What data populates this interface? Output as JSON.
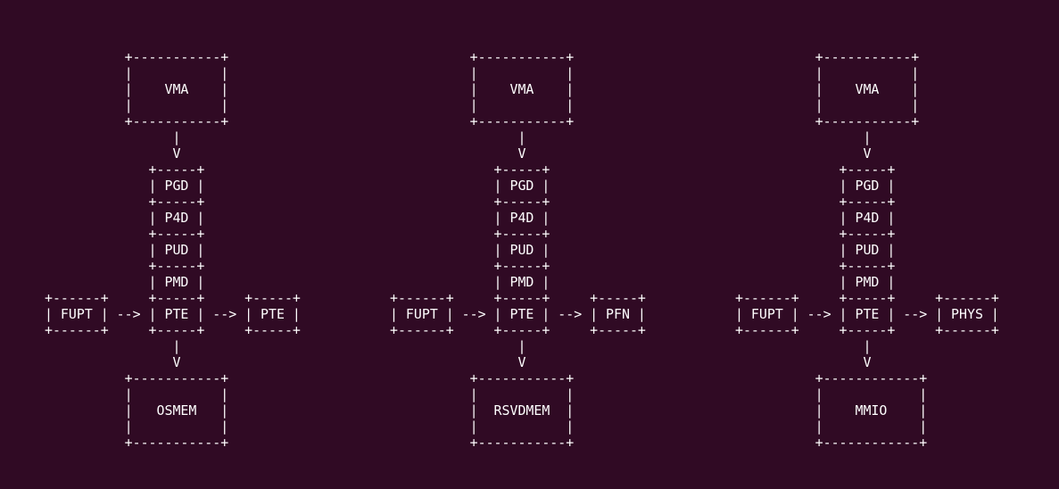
{
  "terminal": {
    "background": "#300a24",
    "foreground": "#ffffff",
    "diagrams": [
      {
        "text": "          +-----------+\n          |           |\n          |    VMA    |\n          |           |\n          +-----------+\n                |\n                V\n             +-----+\n             | PGD |\n             +-----+\n             | P4D |\n             +-----+\n             | PUD |\n             +-----+\n             | PMD |\n+------+     +-----+     +-----+\n| FUPT | --> | PTE | --> | PTE |\n+------+     +-----+     +-----+\n                |\n                V\n          +-----------+\n          |           |\n          |   OSMEM   |\n          |           |\n          +-----------+"
      },
      {
        "text": "          +-----------+\n          |           |\n          |    VMA    |\n          |           |\n          +-----------+\n                |\n                V\n             +-----+\n             | PGD |\n             +-----+\n             | P4D |\n             +-----+\n             | PUD |\n             +-----+\n             | PMD |\n+------+     +-----+     +-----+\n| FUPT | --> | PTE | --> | PFN |\n+------+     +-----+     +-----+\n                |\n                V\n          +-----------+\n          |           |\n          |  RSVDMEM  |\n          |           |\n          +-----------+"
      },
      {
        "text": "          +-----------+\n          |           |\n          |    VMA    |\n          |           |\n          +-----------+\n                |\n                V\n             +-----+\n             | PGD |\n             +-----+\n             | P4D |\n             +-----+\n             | PUD |\n             +-----+\n             | PMD |\n+------+     +-----+     +------+\n| FUPT | --> | PTE | --> | PHYS |\n+------+     +-----+     +------+\n                |\n                V\n          +------------+\n          |            |\n          |    MMIO    |\n          |            |\n          +------------+"
      }
    ]
  }
}
